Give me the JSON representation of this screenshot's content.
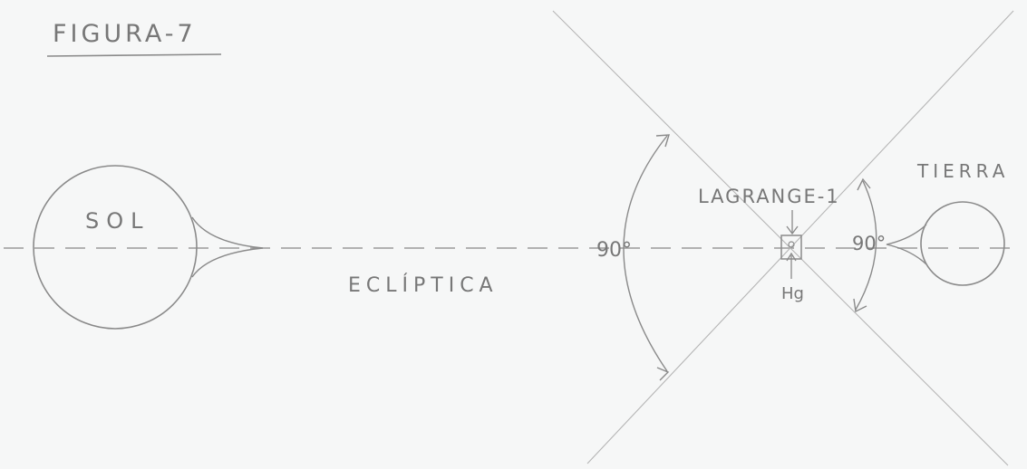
{
  "title": "FIGURA-7",
  "labels": {
    "sun": "SOL",
    "earth": "TIERRA",
    "ecliptic": "ECLÍPTICA",
    "lagrange": "LAGRANGE-1",
    "angle_left": "90°",
    "angle_right": "90°",
    "object": "Hg"
  },
  "colors": {
    "pencil": "#8a8a8a",
    "pencil_light": "#b5b5b5",
    "paper": "#f6f7f7"
  }
}
